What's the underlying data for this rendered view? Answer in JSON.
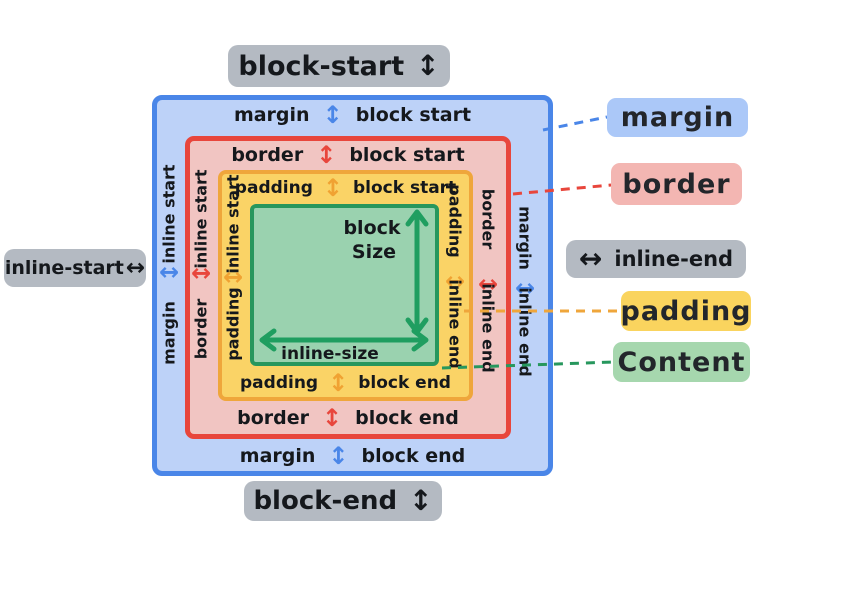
{
  "pills": {
    "block_start": {
      "label": "block-start",
      "arrow": "↕"
    },
    "block_end": {
      "label": "block-end",
      "arrow": "↕"
    },
    "inline_start": {
      "label": "inline-start",
      "arrow": "↔"
    },
    "inline_end": {
      "label": "inline-end",
      "arrow": "↔"
    }
  },
  "margin": {
    "name": "margin",
    "top_side": "block start",
    "bottom_side": "block end",
    "left_side": "inline start",
    "right_side": "inline end",
    "v_arrow": "↕",
    "h_arrow": "↔",
    "legend": "margin"
  },
  "border": {
    "name": "border",
    "top_side": "block start",
    "bottom_side": "block end",
    "left_side": "inline start",
    "right_side": "inline end",
    "v_arrow": "↕",
    "h_arrow": "↔",
    "legend": "border"
  },
  "padding": {
    "name": "padding",
    "top_side": "block start",
    "bottom_side": "block end",
    "left_side": "inline start",
    "right_side": "inline end",
    "v_arrow": "↕",
    "h_arrow": "↔",
    "legend": "padding"
  },
  "content": {
    "block_size_line1": "block",
    "block_size_line2": "Size",
    "inline_size": "inline-size",
    "legend": "Content"
  },
  "colors": {
    "margin_accent": "#4a86e8",
    "margin_fill": "#bdd2f8",
    "border_accent": "#e8463c",
    "border_fill": "#f1c5c2",
    "padding_accent": "#efa63b",
    "padding_fill": "#fad366",
    "content_accent": "#27975d",
    "content_fill": "#9ad2af",
    "outer_label_bg": "#b4bac2"
  }
}
